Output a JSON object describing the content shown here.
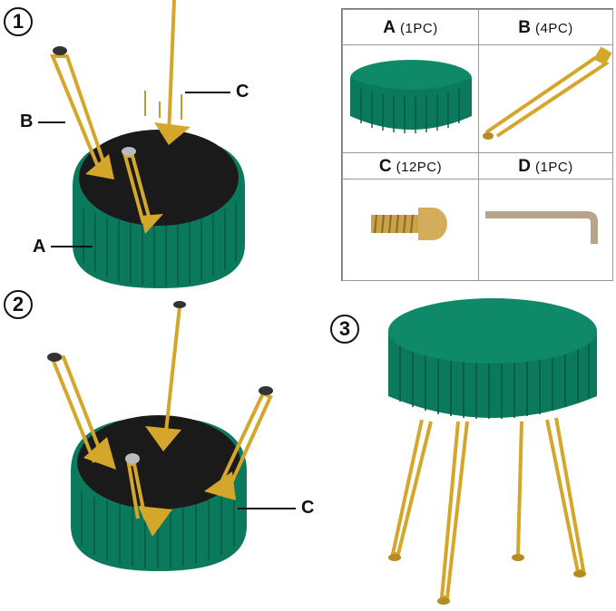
{
  "steps": {
    "step1": "1",
    "step2": "2",
    "step3": "3"
  },
  "callouts": {
    "a": "A",
    "b": "B",
    "c_top": "C",
    "c_step2": "C"
  },
  "parts_table": {
    "parts": [
      {
        "letter": "A",
        "qty": "(1PC)",
        "icon": "ottoman-seat-icon"
      },
      {
        "letter": "B",
        "qty": "(4PC)",
        "icon": "hairpin-leg-icon"
      },
      {
        "letter": "C",
        "qty": "(12PC)",
        "icon": "screw-icon"
      },
      {
        "letter": "D",
        "qty": "(1PC)",
        "icon": "allen-key-icon"
      }
    ]
  },
  "colors": {
    "velvet": "#0b7a5c",
    "velvet_dark": "#065a42",
    "gold": "#d4a62a",
    "base": "#1a1a1a",
    "line": "#111111"
  }
}
